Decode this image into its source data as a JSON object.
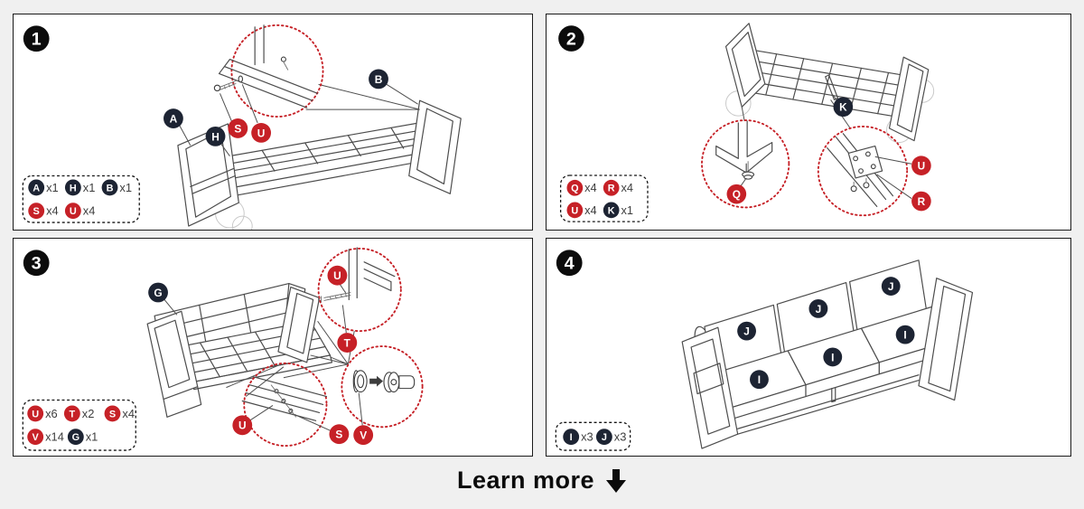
{
  "colors": {
    "red": "#c62127",
    "dark": "#1d2433",
    "black": "#0c0c0c"
  },
  "footer": {
    "label": "Learn more",
    "arrow_icon": "down-arrow"
  },
  "panels": [
    {
      "step": "1",
      "callouts": [
        {
          "id": "A"
        },
        {
          "id": "H"
        },
        {
          "id": "B"
        },
        {
          "id": "S"
        },
        {
          "id": "U"
        }
      ],
      "legend": {
        "rows": [
          [
            {
              "id": "A",
              "count": "x1"
            },
            {
              "id": "H",
              "count": "x1"
            },
            {
              "id": "B",
              "count": "x1"
            }
          ],
          [
            {
              "id": "S",
              "count": "x4"
            },
            {
              "id": "U",
              "count": "x4"
            }
          ]
        ]
      }
    },
    {
      "step": "2",
      "callouts": [
        {
          "id": "K"
        },
        {
          "id": "Q"
        },
        {
          "id": "U"
        },
        {
          "id": "R"
        }
      ],
      "legend": {
        "rows": [
          [
            {
              "id": "Q",
              "count": "x4"
            },
            {
              "id": "R",
              "count": "x4"
            }
          ],
          [
            {
              "id": "U",
              "count": "x4"
            },
            {
              "id": "K",
              "count": "x1"
            }
          ]
        ]
      }
    },
    {
      "step": "3",
      "callouts": [
        {
          "id": "G"
        },
        {
          "id": "U"
        },
        {
          "id": "T"
        },
        {
          "id": "U"
        },
        {
          "id": "S"
        },
        {
          "id": "V"
        }
      ],
      "legend": {
        "rows": [
          [
            {
              "id": "U",
              "count": "x6"
            },
            {
              "id": "T",
              "count": "x2"
            },
            {
              "id": "S",
              "count": "x4"
            }
          ],
          [
            {
              "id": "V",
              "count": "x14"
            },
            {
              "id": "G",
              "count": "x1"
            }
          ]
        ]
      }
    },
    {
      "step": "4",
      "callouts": [
        {
          "id": "J"
        },
        {
          "id": "J"
        },
        {
          "id": "J"
        },
        {
          "id": "I"
        },
        {
          "id": "I"
        },
        {
          "id": "I"
        }
      ],
      "legend": {
        "rows": [
          [
            {
              "id": "I",
              "count": "x3"
            },
            {
              "id": "J",
              "count": "x3"
            }
          ]
        ]
      }
    }
  ]
}
